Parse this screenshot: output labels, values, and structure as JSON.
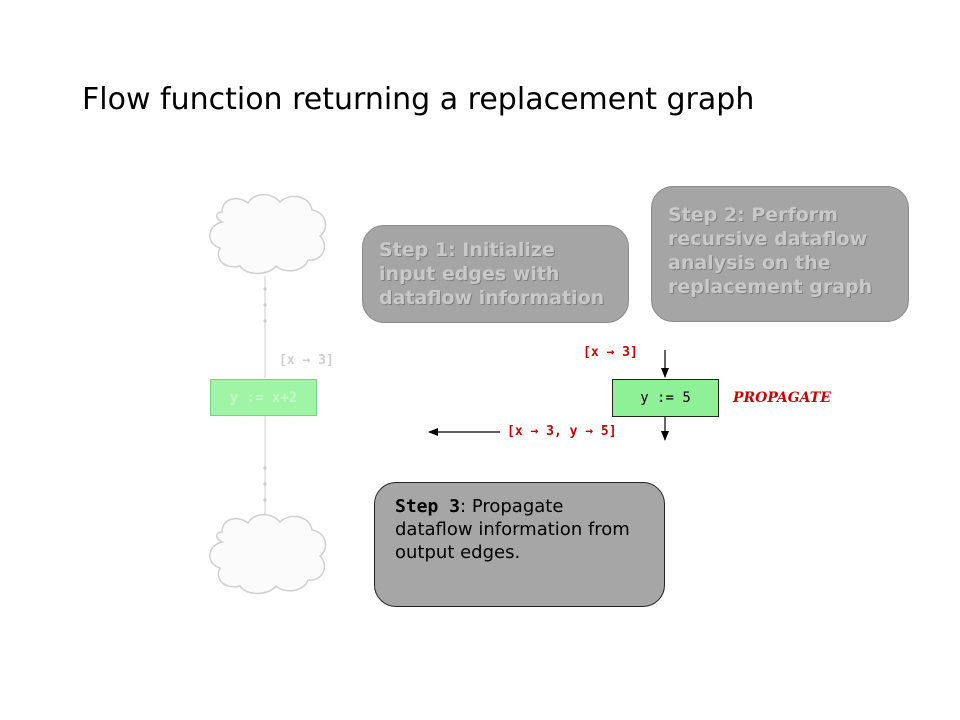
{
  "title": "Flow function returning a replacement graph",
  "steps": {
    "step1": "Step 1: Initialize input edges with dataflow information",
    "step2": "Step 2: Perform recursive dataflow analysis on the replacement graph",
    "step3_lead": "Step 3",
    "step3_rest": ": Propagate dataflow information from output edges."
  },
  "original_graph": {
    "node_label": "y := x+2",
    "input_edge_label": "[x → 3]"
  },
  "replacement_graph": {
    "node_label": "y := 5",
    "input_edge_label": "[x → 3]",
    "output_edge_label": "[x → 3, y → 5]",
    "action_label": "PROPAGATE"
  },
  "colors": {
    "step_box_fill": "#a6a6a6",
    "node_fill": "#8ef198",
    "edge_label_red": "#cc0000"
  }
}
